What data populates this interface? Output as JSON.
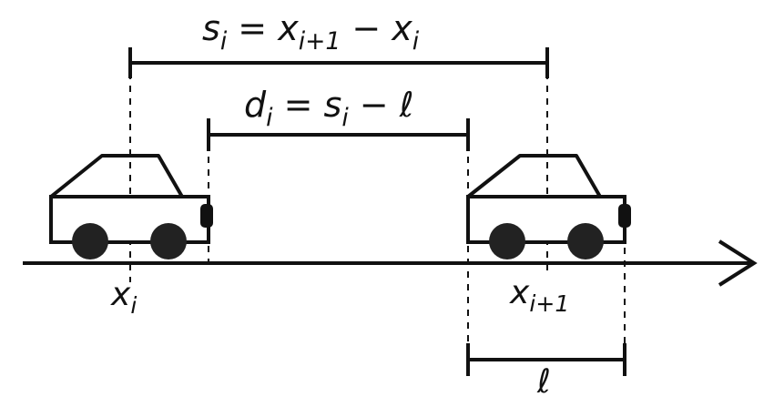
{
  "labels": {
    "headway": {
      "base": "s",
      "sub": "i",
      "eq": " = x",
      "sub2": "i+1",
      "rest": " − x",
      "sub3": "i"
    },
    "gap": {
      "base": "d",
      "sub": "i",
      "eq": " = s",
      "sub2": "i",
      "rest": " − ℓ"
    },
    "pos_i": {
      "base": "x",
      "sub": "i"
    },
    "pos_i1": {
      "base": "x",
      "sub": "i+1"
    },
    "length": "ℓ"
  },
  "colors": {
    "ink": "#111111",
    "wheel": "#222222"
  }
}
